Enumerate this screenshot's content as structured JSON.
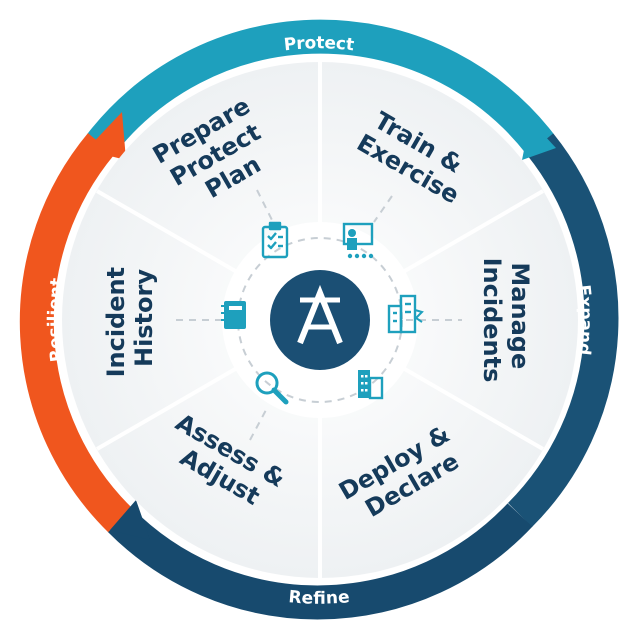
{
  "ring": {
    "protect": "Protect",
    "expand": "Expand",
    "refine": "Refine",
    "resilient": "Resilient"
  },
  "segments": {
    "prepare": [
      "Prepare",
      "Protect",
      "Plan"
    ],
    "train": [
      "Train &",
      "Exercise"
    ],
    "manage": [
      "Manage",
      "Incidents"
    ],
    "deploy": [
      "Deploy &",
      "Declare"
    ],
    "assess": [
      "Assess &",
      "Adjust"
    ],
    "history": [
      "Incident",
      "History"
    ]
  },
  "icons": {
    "prepare": "checklist-icon",
    "train": "training-board-icon",
    "manage": "buildings-alert-icon",
    "deploy": "office-building-icon",
    "assess": "magnifier-icon",
    "history": "notebook-icon",
    "center": "brand-logo-icon"
  },
  "colors": {
    "protect_arc": "#1ea0bd",
    "expand_arc": "#1a5276",
    "refine_arc": "#174a6e",
    "resilient_arc": "#f0561e",
    "label_text": "#153a5a",
    "icon": "#1ea0bd",
    "center_fill": "#1b4f74"
  }
}
